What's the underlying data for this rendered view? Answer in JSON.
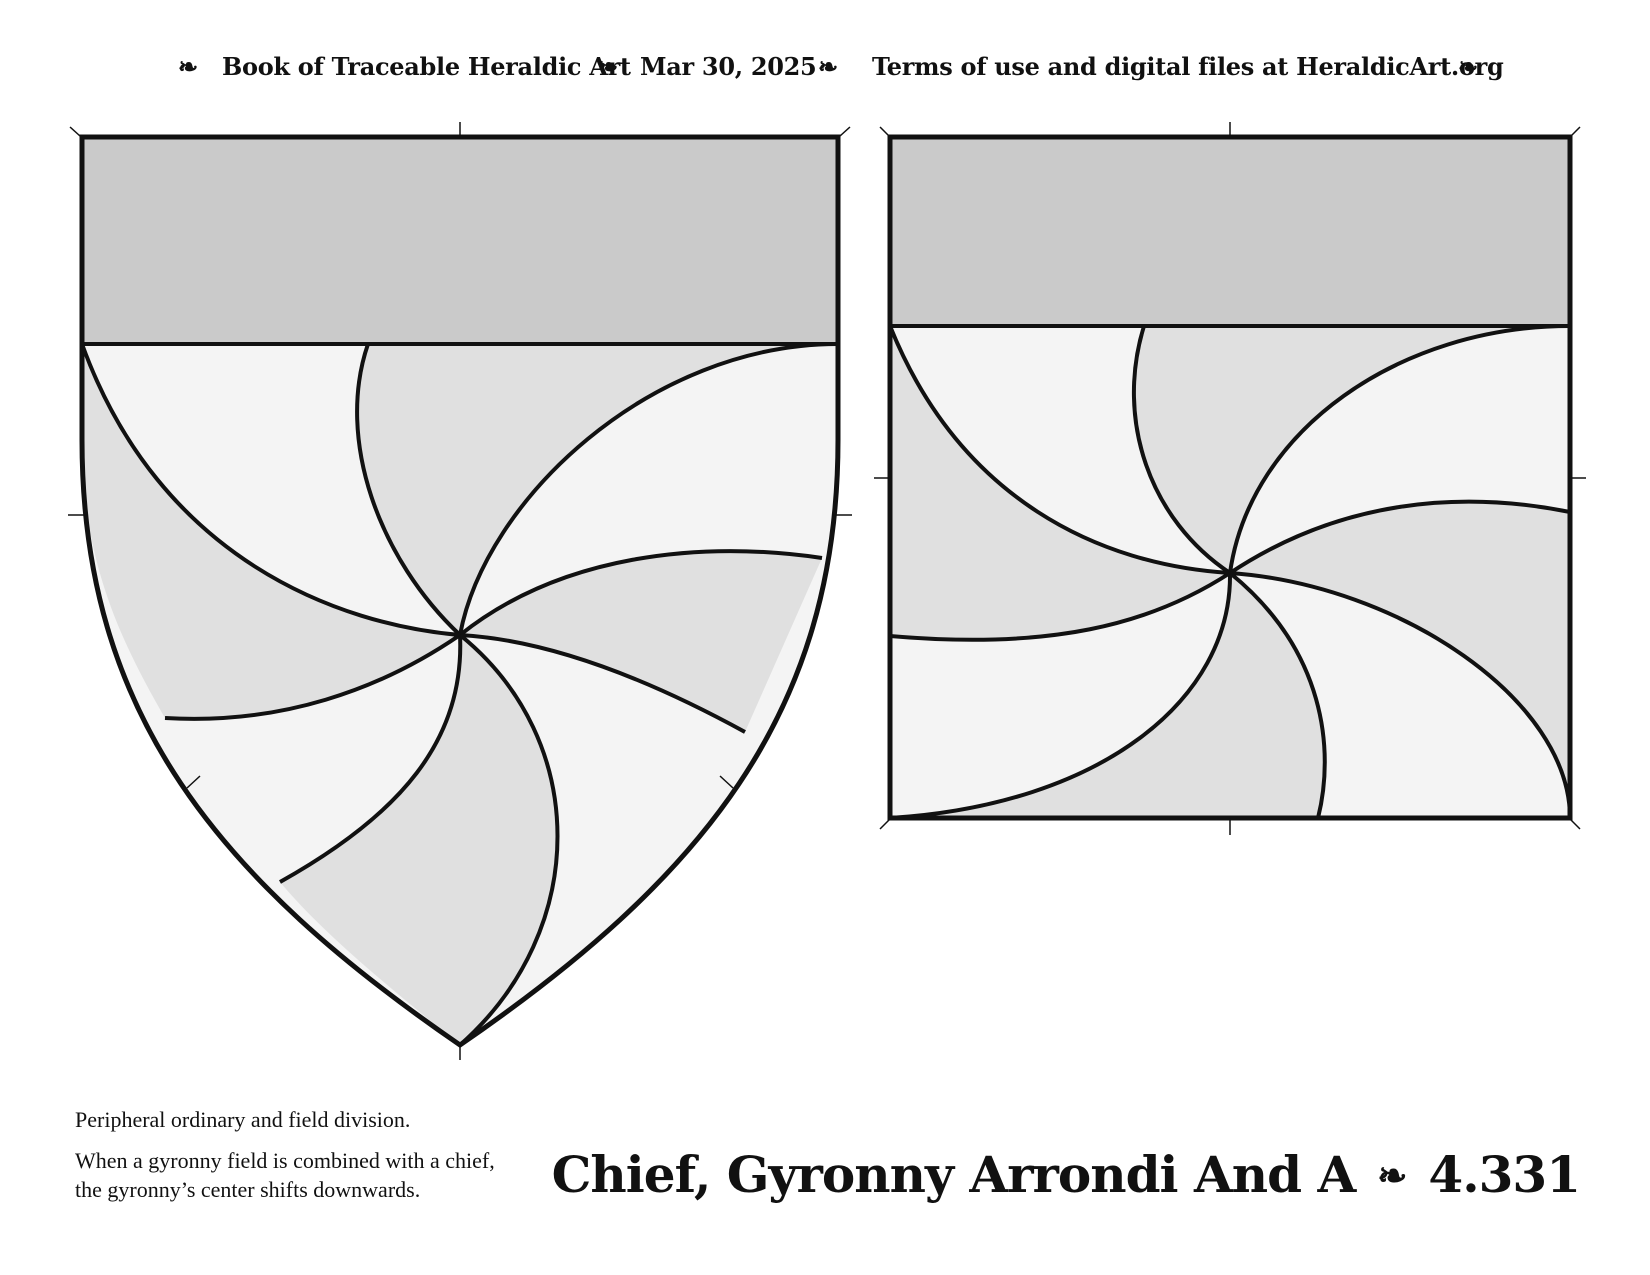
{
  "header": {
    "fleuron": "❧",
    "book_title": "Book of Traceable Heraldic Art",
    "date": "Mar 30, 2025",
    "terms": "Terms of use and digital files at HeraldicArt.org"
  },
  "description": {
    "line1": "Peripheral ordinary and field division.",
    "line2": "When a gyronny field is combined with a chief,",
    "line3": "the gyronny’s center shifts downwards."
  },
  "plate": {
    "name": "Chief, Gyronny Arrondi And A",
    "separator": "❧",
    "number": "4.331"
  },
  "colors": {
    "chief": "#cacaca",
    "light": "#f4f4f4",
    "dark": "#e0e0e0",
    "outline": "#111111"
  }
}
